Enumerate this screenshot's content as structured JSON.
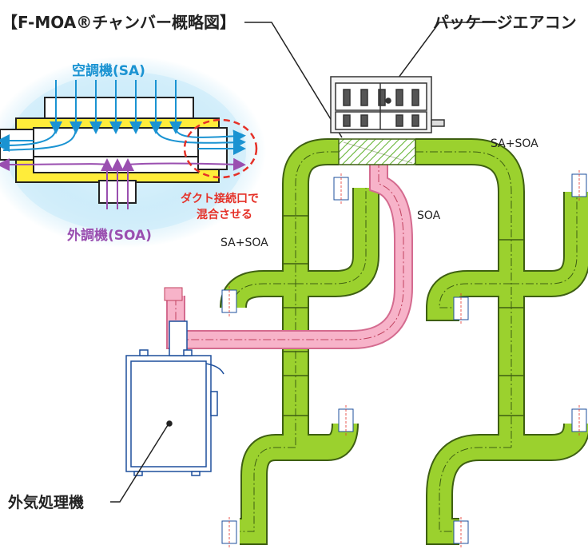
{
  "title": "【F-MOA®チャンバー概略図】",
  "labels": {
    "package_aircon": "パッケージエアコン",
    "sa_unit": "空調機(SA)",
    "soa_unit": "外調機(SOA)",
    "mixing_note_line1": "ダクト接続口で",
    "mixing_note_line2": "混合させる",
    "sa_soa_right": "SA+SOA",
    "sa_soa_left": "SA+SOA",
    "soa_duct": "SOA",
    "outdoor_unit": "外気処理機"
  },
  "colors": {
    "green_duct": "#9bd12e",
    "green_outline": "#3e5f12",
    "pink_duct": "#f7b3c9",
    "blue_text": "#1a93d2",
    "purple_text": "#9a4fb0",
    "red_text": "#e53128",
    "cloud": "#bfe6f8",
    "chamber_yellow": "#ffec3a"
  }
}
